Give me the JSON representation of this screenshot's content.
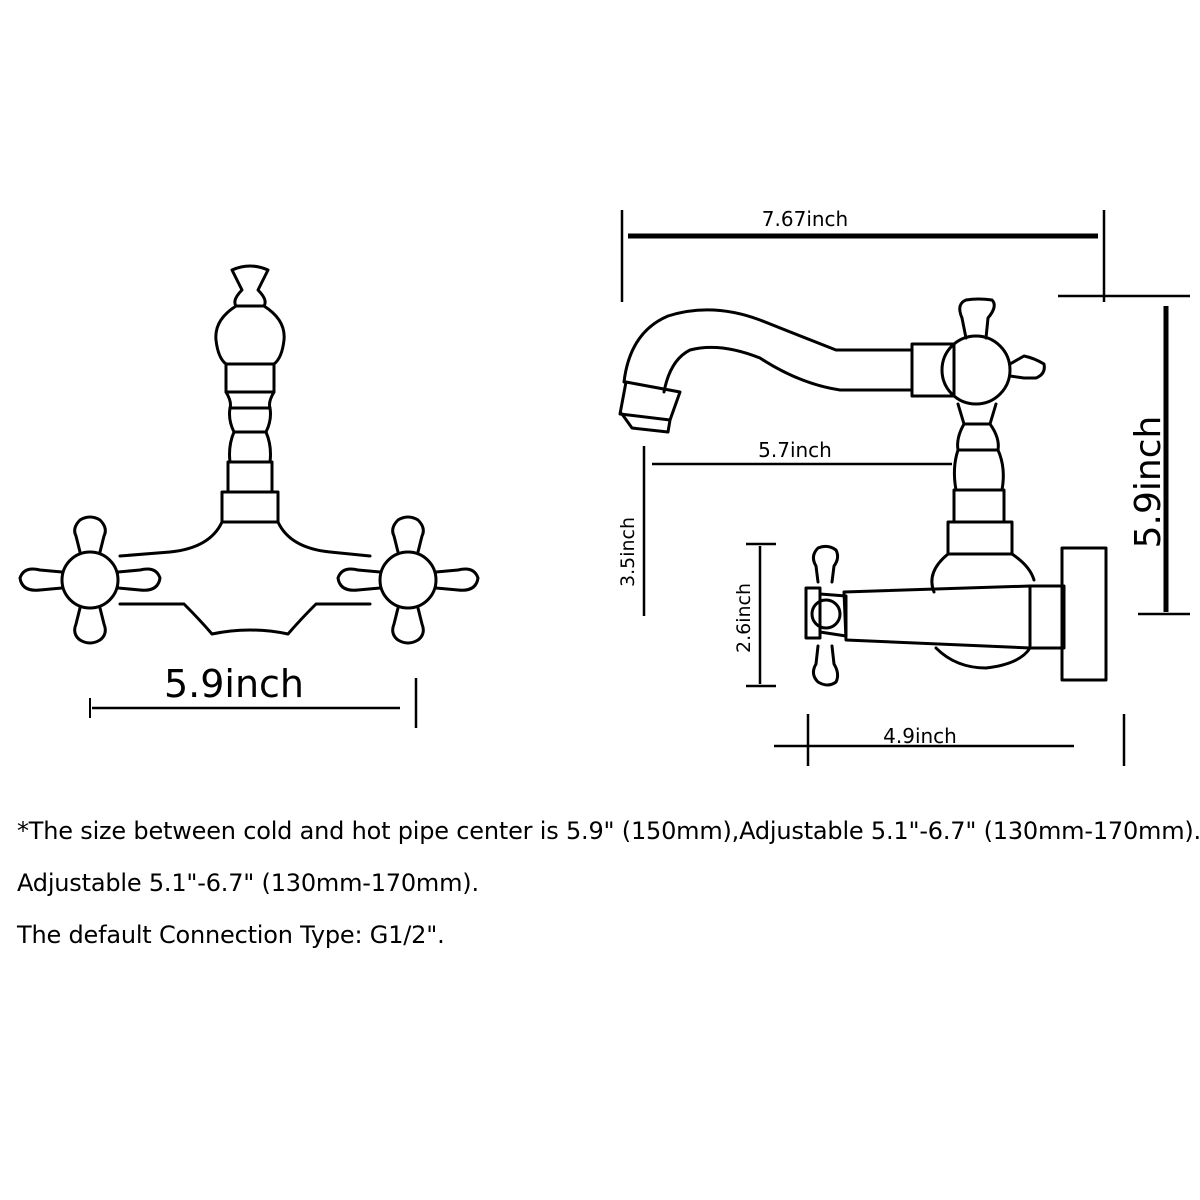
{
  "front_view": {
    "width_label": "5.9inch"
  },
  "side_view": {
    "top_width_label": "7.67inch",
    "spout_reach_label": "5.7inch",
    "total_height_label": "5.9inch",
    "spout_height_label": "3.5inch",
    "valve_height_label": "2.6inch",
    "depth_label": "4.9inch"
  },
  "notes": [
    "*The size between cold and hot pipe center is 5.9\" (150mm),Adjustable 5.1\"-6.7\" (130mm-170mm).",
    "Adjustable 5.1\"-6.7\" (130mm-170mm).",
    "The default Connection Type: G1/2\"."
  ]
}
